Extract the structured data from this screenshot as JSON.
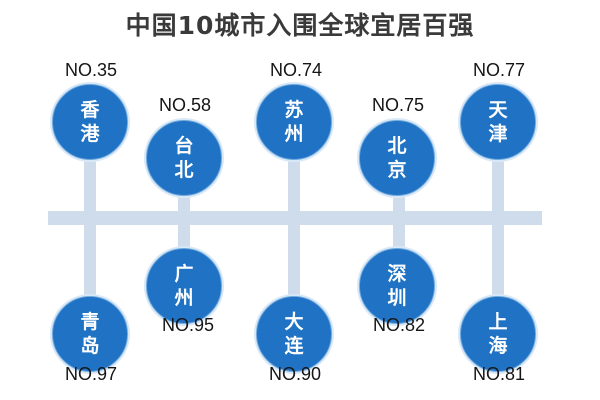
{
  "title": "中国10城市入围全球宜居百强",
  "colors": {
    "circle": "#1f72c4",
    "connector": "#cfdceb",
    "text": "#151515"
  },
  "cities": [
    {
      "name": [
        "香",
        "港"
      ],
      "rank": "NO.35"
    },
    {
      "name": [
        "台",
        "北"
      ],
      "rank": "NO.58"
    },
    {
      "name": [
        "苏",
        "州"
      ],
      "rank": "NO.74"
    },
    {
      "name": [
        "北",
        "京"
      ],
      "rank": "NO.75"
    },
    {
      "name": [
        "天",
        "津"
      ],
      "rank": "NO.77"
    },
    {
      "name": [
        "青",
        "岛"
      ],
      "rank": "NO.97"
    },
    {
      "name": [
        "广",
        "州"
      ],
      "rank": "NO.95"
    },
    {
      "name": [
        "大",
        "连"
      ],
      "rank": "NO.90"
    },
    {
      "name": [
        "深",
        "圳"
      ],
      "rank": "NO.82"
    },
    {
      "name": [
        "上",
        "海"
      ],
      "rank": "NO.81"
    }
  ]
}
